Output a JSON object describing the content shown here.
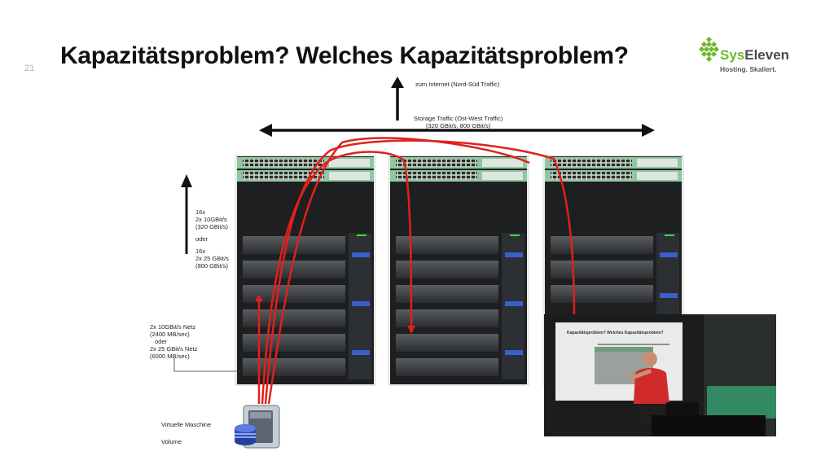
{
  "slide": {
    "number": "21",
    "title": "Kapazitätsproblem? Welches Kapazitätsproblem?"
  },
  "logo": {
    "brand_part1": "Sys",
    "brand_part2": "Eleven",
    "tagline": "Hosting. Skaliert.",
    "colors": {
      "green": "#6fb82b",
      "text": "#4a4a4a"
    }
  },
  "labels": {
    "internet": "zum Internet (Nord-Süd Traffic)",
    "storage_line1": "Storage Traffic (Ost-West Traffic)",
    "storage_line2": "(320 GBit/s, 800 GBit/s)",
    "uplink_1": "16x",
    "uplink_2": "2x 10GBit/s",
    "uplink_3": "(320 GBit/s)",
    "uplink_or": "oder",
    "uplink_4": "16x",
    "uplink_5": "2x 25 GBit/s",
    "uplink_6": "(800 GBit/s)",
    "server_1": "2x 10GBit/s Netz",
    "server_2": "(2400 MB/sec)",
    "server_or": "oder",
    "server_3": "2x 25 GBit/s Netz",
    "server_4": "(6000 MB/sec)",
    "vm": "Virtuelle Maschine",
    "volume": "Volume"
  },
  "colors": {
    "traffic_path": "#e0201e",
    "switch": "#8ec8a0",
    "rack": "#1e1f20",
    "arrow": "#111111"
  },
  "video_inset": {
    "mini_title": "Kapazitätsproblem? Welches Kapazitätsproblem?"
  }
}
